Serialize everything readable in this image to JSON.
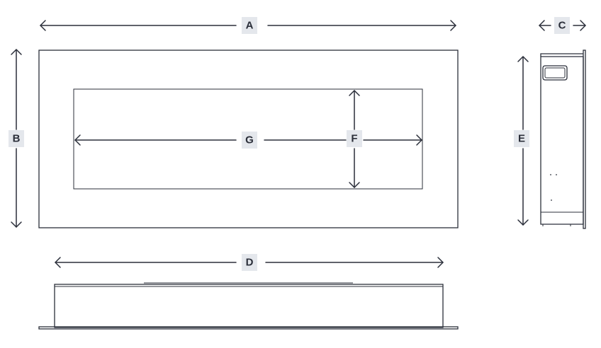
{
  "labels": {
    "a": "A",
    "b": "B",
    "c": "C",
    "d": "D",
    "e": "E",
    "f": "F",
    "g": "G"
  },
  "colors": {
    "line": "#2b2f3a",
    "label_background": "#e4e7ec",
    "background": "#ffffff"
  }
}
